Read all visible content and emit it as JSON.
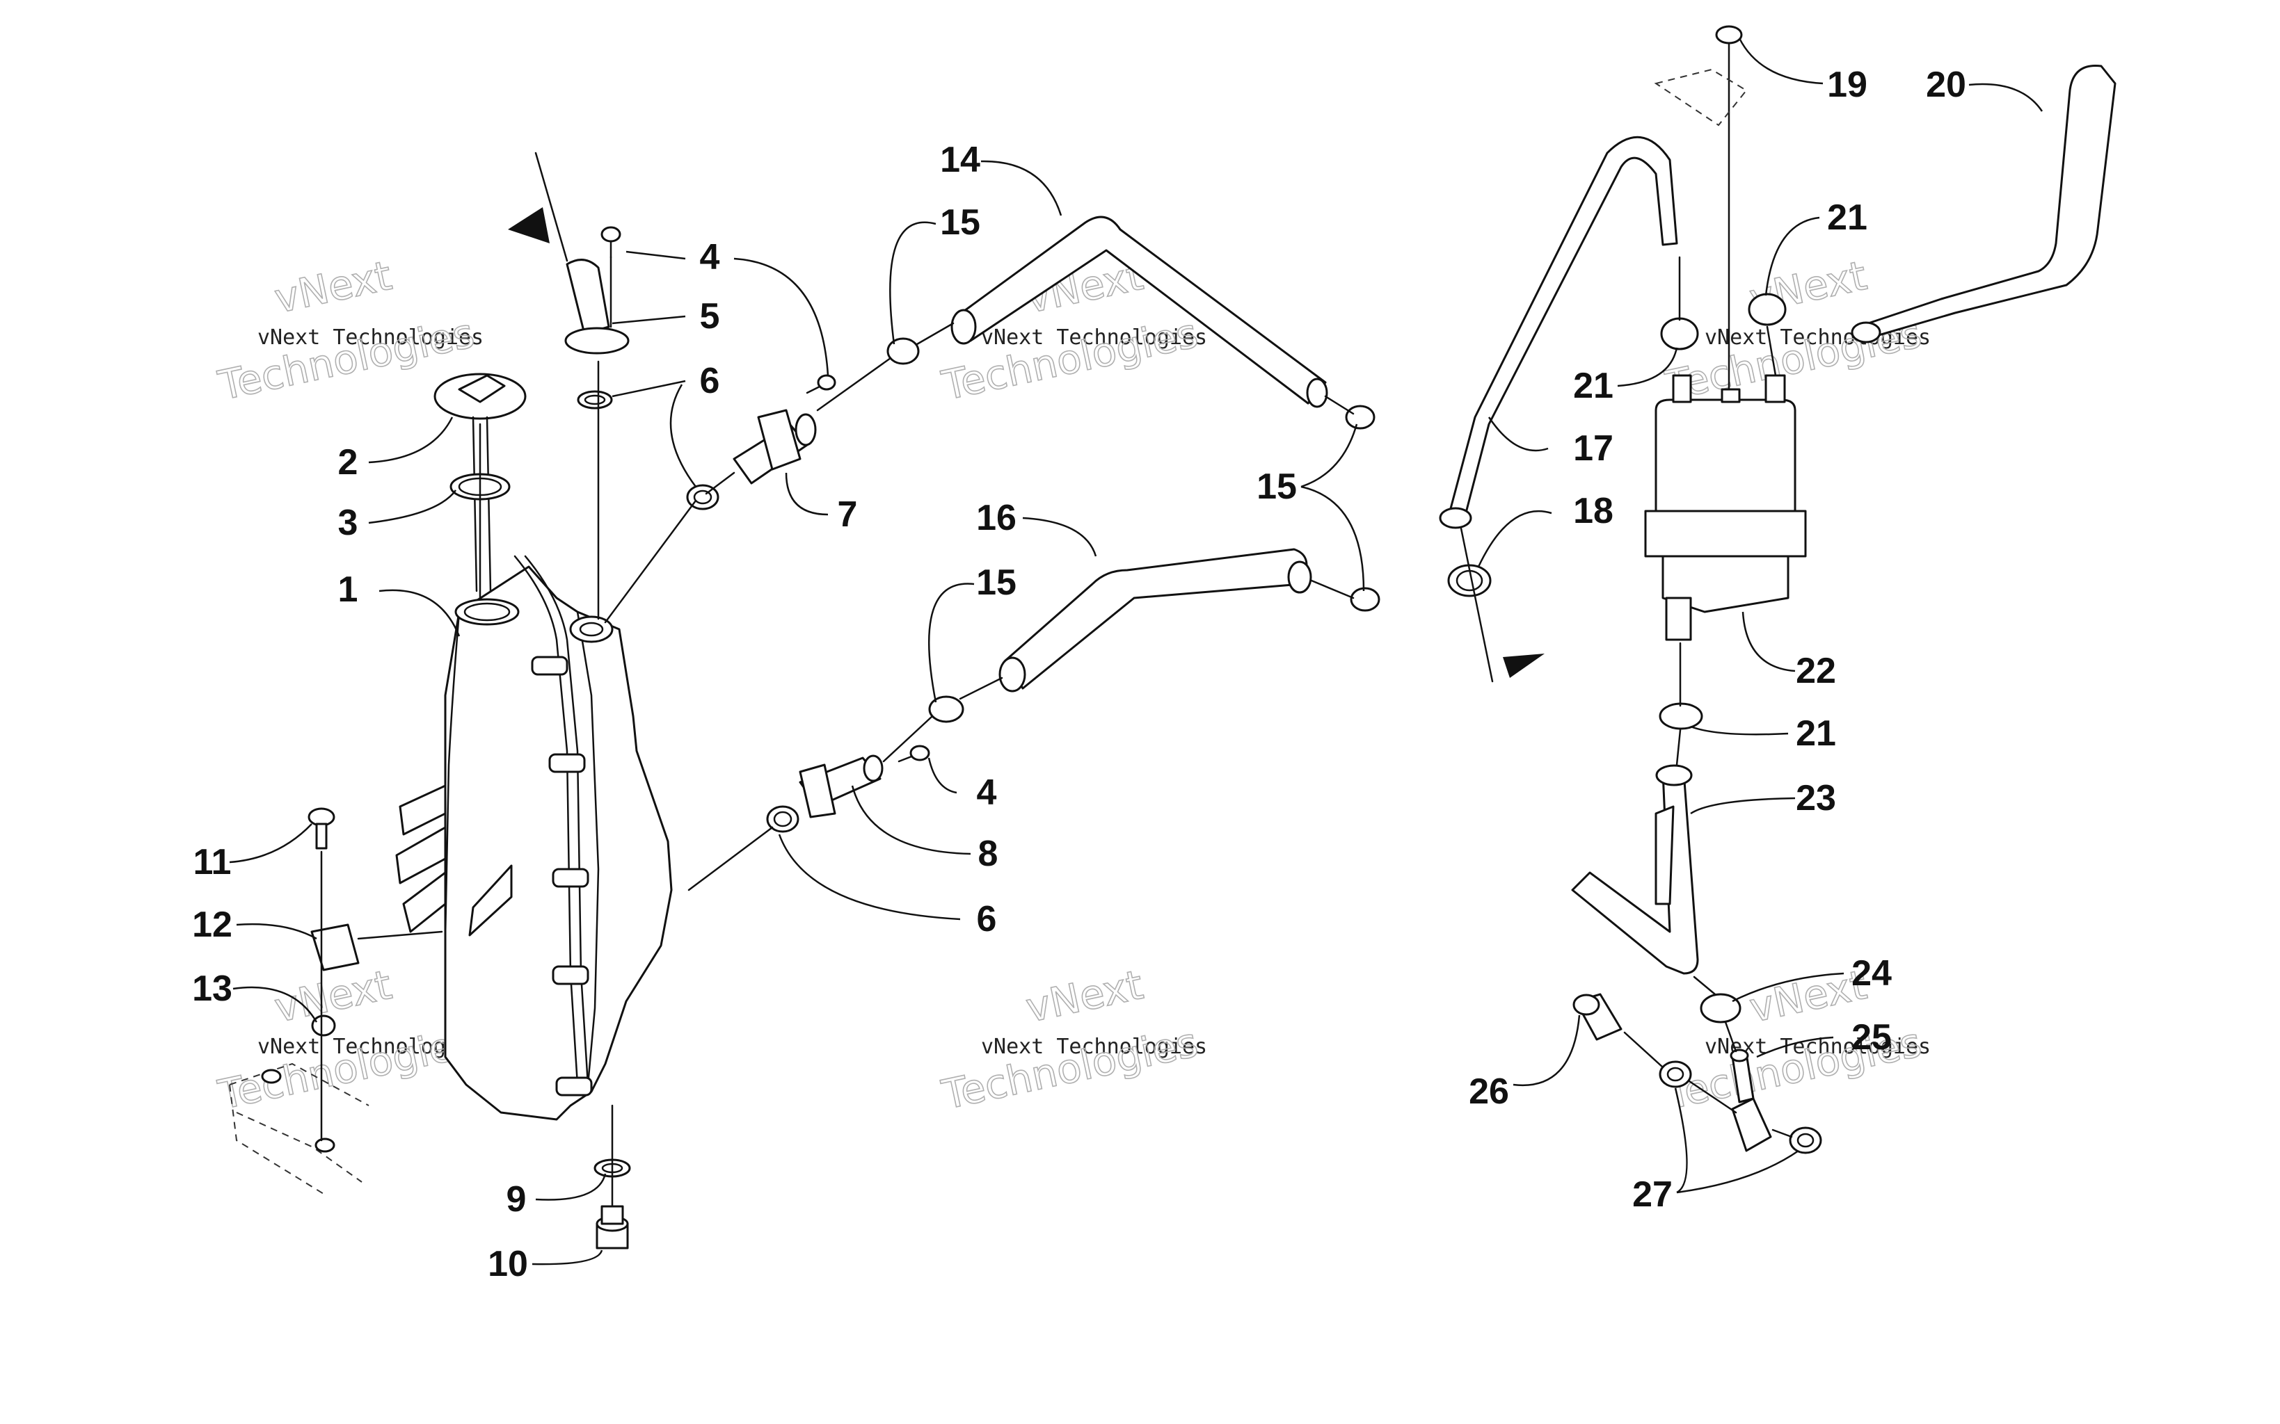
{
  "callouts": {
    "c1": "1",
    "c2": "2",
    "c3": "3",
    "c4a": "4",
    "c4b": "4",
    "c5": "5",
    "c6a": "6",
    "c6b": "6",
    "c7": "7",
    "c8": "8",
    "c9": "9",
    "c10": "10",
    "c11": "11",
    "c12": "12",
    "c13": "13",
    "c14": "14",
    "c15a": "15",
    "c15b": "15",
    "c15c": "15",
    "c16": "16",
    "c17": "17",
    "c18": "18",
    "c19": "19",
    "c20": "20",
    "c21a": "21",
    "c21b": "21",
    "c21c": "21",
    "c22": "22",
    "c23": "23",
    "c24": "24",
    "c25": "25",
    "c26": "26",
    "c27": "27"
  },
  "watermark": {
    "brand": "vNext Technologies",
    "big_line1": "vNext",
    "big_line2": "Technologies"
  }
}
